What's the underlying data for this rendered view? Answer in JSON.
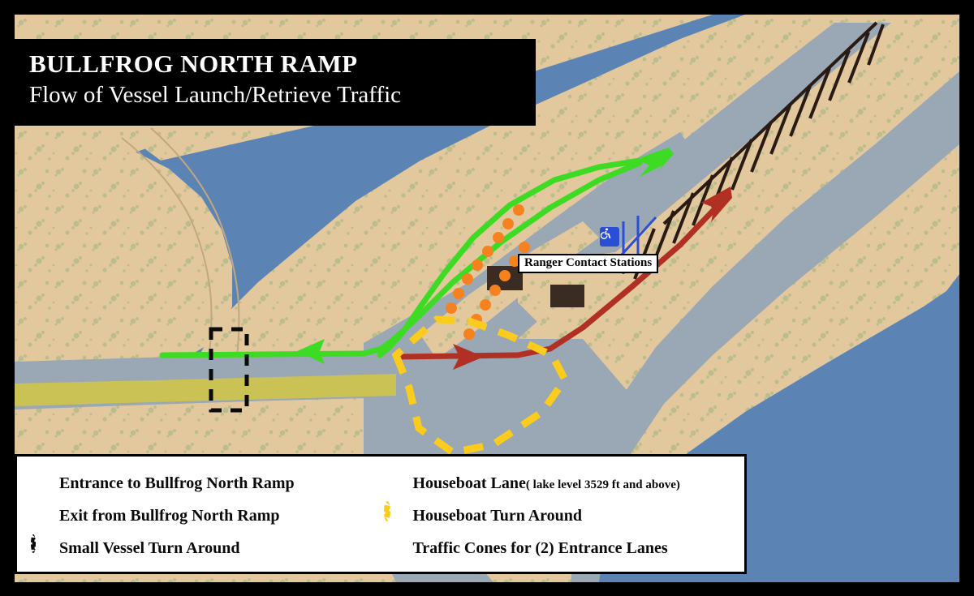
{
  "title": {
    "line1": "BULLFROG NORTH RAMP",
    "line2": "Flow of Vessel Launch/Retrieve Traffic"
  },
  "map": {
    "ranger_label": "Ranger Contact Stations",
    "accessible_icon": "wheelchair-accessible-icon",
    "colors": {
      "water": "#5b84b5",
      "sand": "#e3c89d",
      "vegetation": "#b8bd8e",
      "pavement": "#9aa7b4",
      "houseboat_lane_band": "#cbc255",
      "entrance_green": "#3ddb24",
      "exit_red": "#b03024",
      "houseboat_yellow": "#fbcb1d",
      "traffic_cone_orange": "#f5821f",
      "building_brown": "#3a2b23",
      "accessible_blue": "#2b4fd4",
      "frame_black": "#000000"
    }
  },
  "legend": {
    "left": [
      {
        "marker": "green-dot",
        "color": "#3ddb24",
        "shape": "dot",
        "label": "Entrance to Bullfrog North Ramp",
        "sub": ""
      },
      {
        "marker": "dark-red-dot",
        "color": "#b03830",
        "shape": "dot",
        "label": "Exit from Bullfrog North Ramp",
        "sub": ""
      },
      {
        "marker": "black-dashed-ring",
        "color": "#0b0b0b",
        "shape": "ring-dashed",
        "label": "Small Vessel Turn Around",
        "sub": ""
      }
    ],
    "right": [
      {
        "marker": "yellow-dot",
        "color": "#fcd22a",
        "shape": "dot",
        "label": "Houseboat Lane",
        "sub": "( lake level 3529 ft and above)"
      },
      {
        "marker": "yellow-dashed-ring",
        "color": "#fbcb1d",
        "shape": "ring-dashed-yellow",
        "label": "Houseboat Turn Around",
        "sub": ""
      },
      {
        "marker": "orange-dot",
        "color": "#f5821f",
        "shape": "dot",
        "label": " Traffic Cones for (2) Entrance Lanes",
        "sub": ""
      }
    ]
  }
}
